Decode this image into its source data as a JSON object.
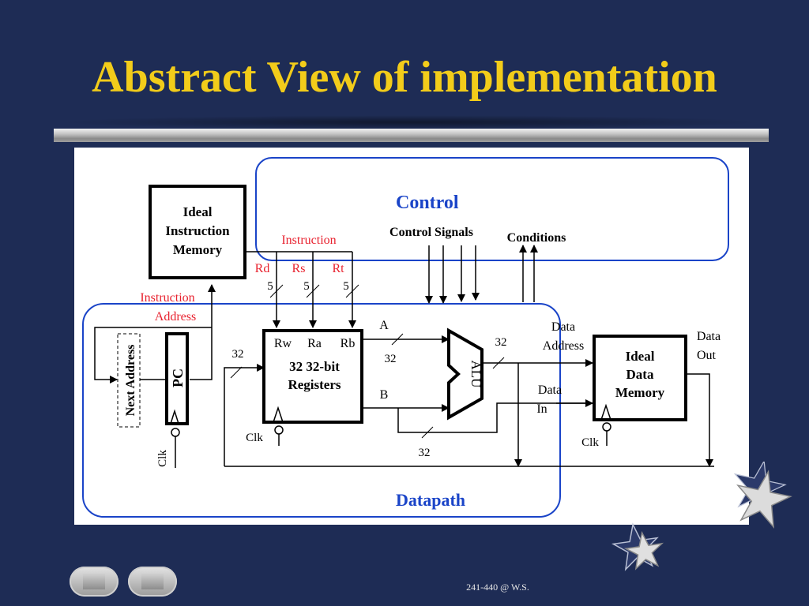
{
  "slide": {
    "title": "Abstract View of implementation",
    "footer": "241-440 @ W.S."
  },
  "diagram": {
    "control_box": "Control",
    "datapath_box": "Datapath",
    "instruction_memory": [
      "Ideal",
      "Instruction",
      "Memory"
    ],
    "data_memory": [
      "Ideal",
      "Data",
      "Memory"
    ],
    "registers": [
      "32 32-bit",
      "Registers"
    ],
    "reg_ports": {
      "rw": "Rw",
      "ra": "Ra",
      "rb": "Rb"
    },
    "instruction_label": "Instruction",
    "field_labels": {
      "rd": "Rd",
      "rs": "Rs",
      "rt": "Rt"
    },
    "field_width": "5",
    "control_signals": "Control Signals",
    "conditions": "Conditions",
    "instruction_address": [
      "Instruction",
      "Address"
    ],
    "next_address": "Next Address",
    "pc": "PC",
    "alu": "ALU",
    "bus_width": "32",
    "bus_a": "A",
    "bus_b": "B",
    "data_address": [
      "Data",
      "Address"
    ],
    "data_in": [
      "Data",
      "In"
    ],
    "data_out": [
      "Data",
      "Out"
    ],
    "clk": "Clk",
    "colors": {
      "red": "#e8212e",
      "blue": "#1a44c8",
      "black": "#000000"
    }
  },
  "nav": {
    "prev_icon": "prev-arrow-icon",
    "next_icon": "next-arrow-icon"
  }
}
